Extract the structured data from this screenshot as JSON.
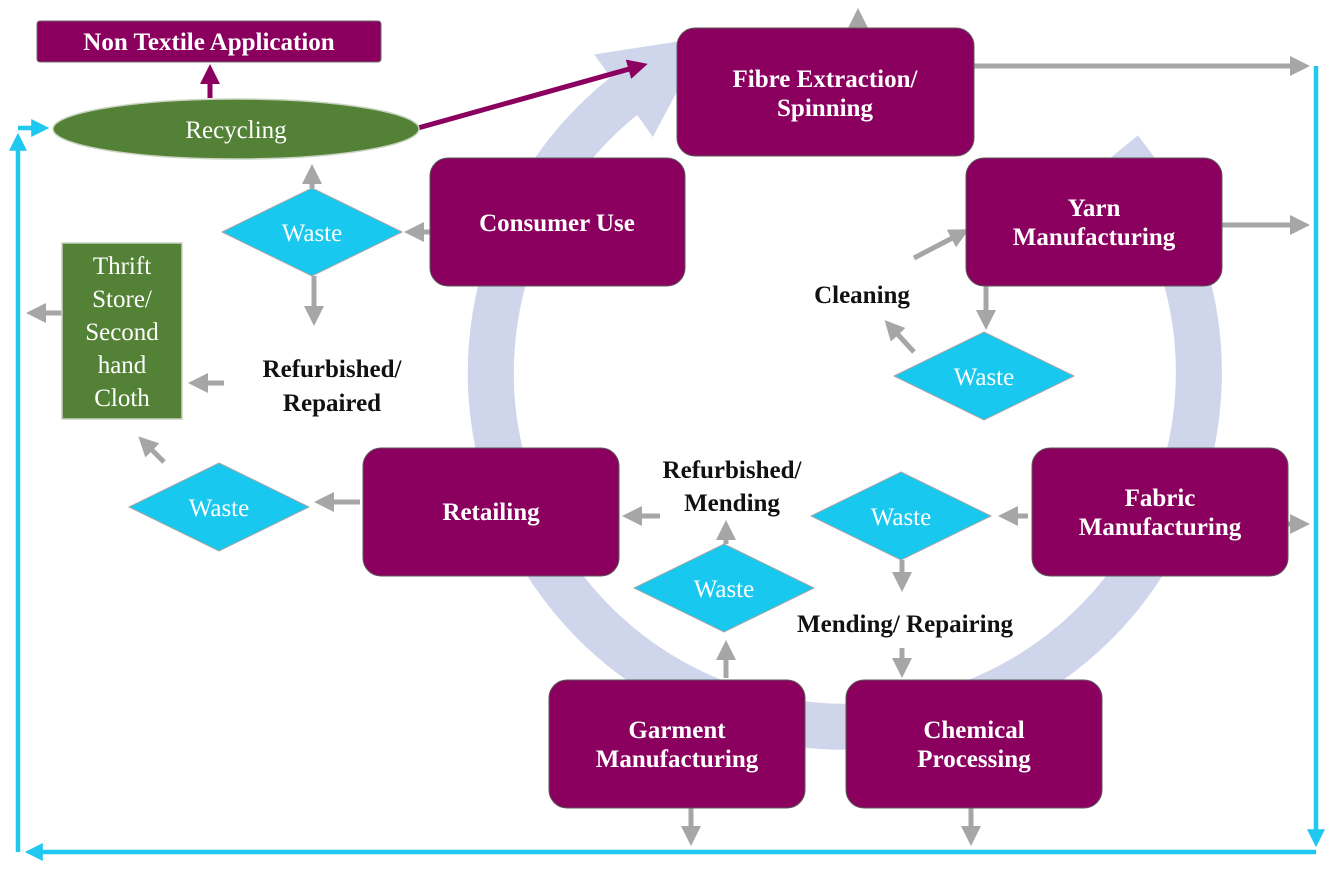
{
  "colors": {
    "process_box": "#8b005f",
    "waste_diamond": "#19c8ef",
    "green_node": "#538135",
    "grey_arrow": "#a6a6a6",
    "cyan_loop": "#1ec8ee",
    "ring": "#cfd5ea"
  },
  "nodes": {
    "non_textile": "Non Textile Application",
    "recycling": "Recycling",
    "fibre": [
      "Fibre Extraction/",
      "Spinning"
    ],
    "consumer": "Consumer Use",
    "yarn": [
      "Yarn",
      "Manufacturing"
    ],
    "thrift": [
      "Thrift",
      "Store/",
      "Second",
      "hand",
      "Cloth"
    ],
    "retailing": "Retailing",
    "fabric": [
      "Fabric",
      "Manufacturing"
    ],
    "garment": [
      "Garment",
      "Manufacturing"
    ],
    "chemical": [
      "Chemical",
      "Processing"
    ]
  },
  "waste": {
    "consumer": "Waste",
    "yarn": "Waste",
    "retail": "Waste",
    "fabric": "Waste",
    "garment": "Waste"
  },
  "labels": {
    "cleaning": "Cleaning",
    "refurb_repaired": [
      "Refurbished/",
      "Repaired"
    ],
    "refurb_mending": [
      "Refurbished/",
      "Mending"
    ],
    "mending_repairing": "Mending/ Repairing"
  }
}
